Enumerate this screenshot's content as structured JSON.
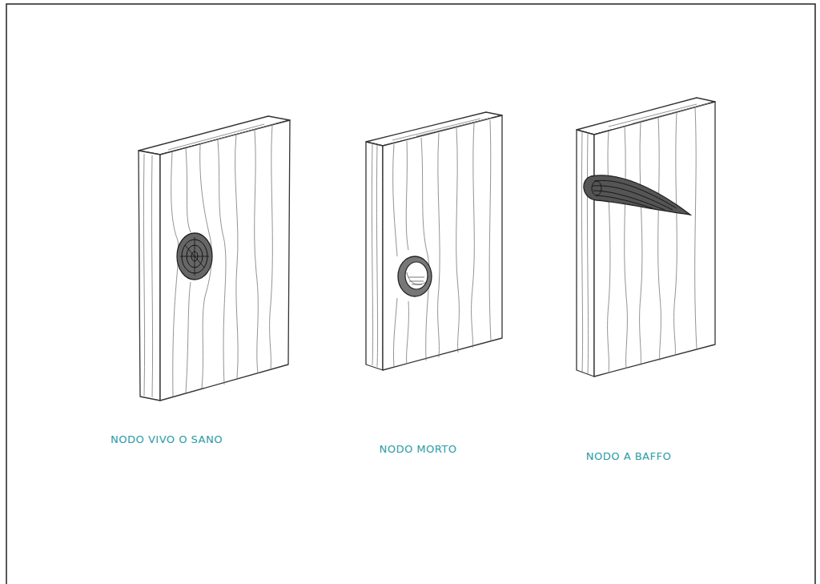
{
  "diagram": {
    "labels": [
      "NODO VIVO O SANO",
      "NODO MORTO",
      "NODO A BAFFO"
    ]
  }
}
